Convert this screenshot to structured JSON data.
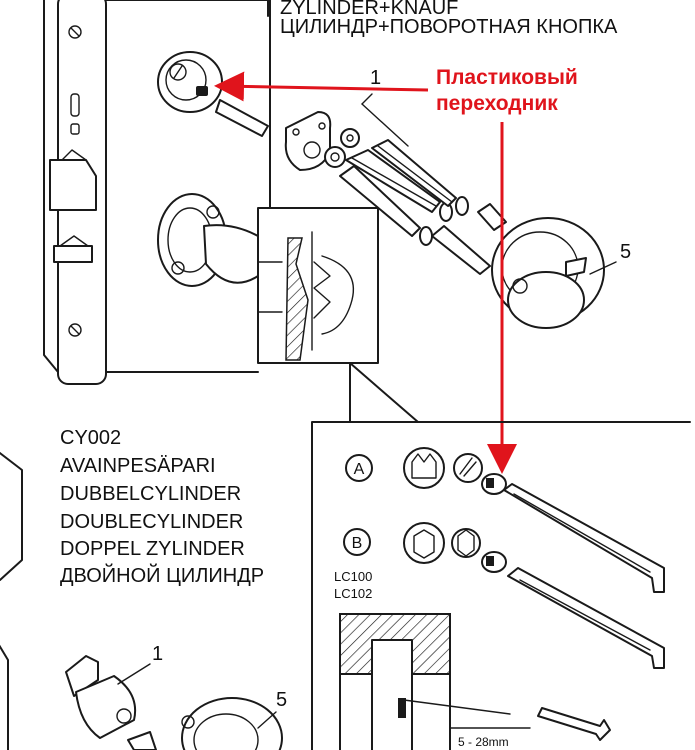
{
  "top_caption": {
    "line1": "ZYLINDER+KNAUF",
    "line2": "ЦИЛИНДР+ПОВОРОТНАЯ КНОПКА"
  },
  "annotation": {
    "line1": "Пластиковый",
    "line2": "переходник",
    "color": "#e0141c"
  },
  "callouts": {
    "top_part1": "1",
    "top_part5": "5",
    "bottom_part1": "1",
    "bottom_part5": "5"
  },
  "cy002": {
    "lines": [
      "CY002",
      "AVAINPESÄPARI",
      "DUBBELCYLINDER",
      "DOUBLECYLINDER",
      "DOPPEL ZYLINDER",
      "ДВОЙНОЙ ЦИЛИНДР"
    ]
  },
  "detail": {
    "option_a": "A",
    "option_b": "B",
    "model_1": "LC100",
    "model_2": "LC102",
    "dimension": "5 - 28mm"
  }
}
